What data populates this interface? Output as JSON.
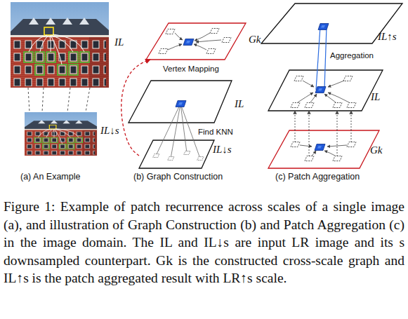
{
  "diagram": {
    "caption": "Figure 1: Example of patch recurrence across scales of a single image (a), and illustration of Graph Construction (b) and Patch Aggregation (c) in the image domain. The IL and IL↓s are input LR image and its s downsampled counterpart. Gk is the constructed cross-scale graph and IL↑s is the patch aggregated result with LR↑s scale.",
    "nodes": [
      {
        "text": [
          "IL"
        ]
      },
      {
        "text": [
          "IL↓s"
        ]
      },
      {
        "text": [
          "Gk"
        ]
      },
      {
        "text": [
          "IL"
        ]
      },
      {
        "text": [
          "IL↓s"
        ]
      },
      {
        "text": [
          "IL↑s"
        ]
      },
      {
        "text": [
          "IL"
        ]
      },
      {
        "text": [
          "Gk"
        ]
      }
    ],
    "edges": [
      {
        "from": 0,
        "to": 1,
        "arrow": "none"
      },
      {
        "from": 0,
        "to": 1,
        "arrow": "none"
      },
      {
        "from": 0,
        "to": 1,
        "arrow": "none"
      },
      {
        "from": 0,
        "to": 1,
        "arrow": "none"
      },
      {
        "from": 4,
        "to": 2,
        "arrow": "to"
      },
      {
        "from": 3,
        "to": 4,
        "arrow": "none"
      },
      {
        "from": 3,
        "to": 4,
        "arrow": "none"
      },
      {
        "from": 3,
        "to": 4,
        "arrow": "none"
      },
      {
        "from": 3,
        "to": 4,
        "arrow": "none"
      },
      {
        "from": 6,
        "to": 5,
        "arrow": "none"
      },
      {
        "from": 6,
        "to": 5,
        "arrow": "none"
      },
      {
        "from": 7,
        "to": 6,
        "arrow": "to"
      },
      {
        "from": 7,
        "to": 6,
        "arrow": "to"
      },
      {
        "from": 7,
        "to": 6,
        "arrow": "to"
      },
      {
        "from": 7,
        "to": 6,
        "arrow": "to"
      }
    ],
    "labels": [
      "(a) An Example",
      "(b) Graph Construction",
      "(c) Patch Aggregation",
      "Vertex Mapping",
      "Find KNN",
      "Aggregation"
    ]
  }
}
